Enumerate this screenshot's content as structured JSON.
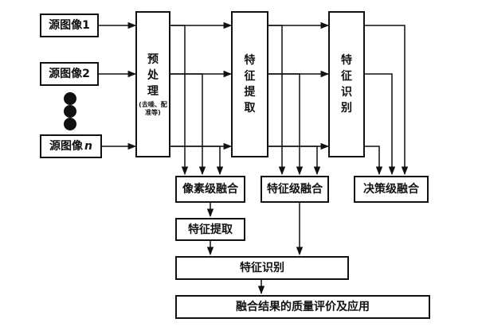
{
  "sources": [
    {
      "label": "源图像1"
    },
    {
      "label": "源图像2"
    },
    {
      "label": "源图像",
      "suffix": "n"
    }
  ],
  "preprocess": {
    "label": "预处理",
    "note": "(去噪、配准等)"
  },
  "feature_extract_stage": {
    "label": "特征提取"
  },
  "feature_recognize_stage": {
    "label": "特征识别"
  },
  "fusion": {
    "pixel": "像素级融合",
    "feature": "特征级融合",
    "decision": "决策级融合"
  },
  "pipeline": {
    "extract": "特征提取",
    "recognize": "特征识别",
    "evaluate": "融合结果的质量评价及应用"
  }
}
